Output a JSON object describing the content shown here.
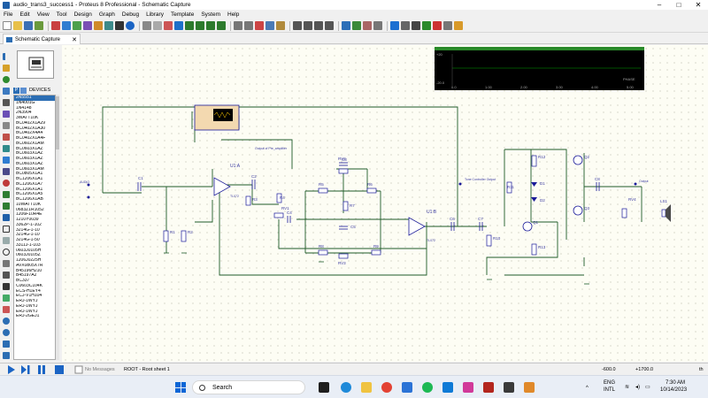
{
  "window": {
    "title": "audio_trans3_success1 - Proteus 8 Professional - Schematic Capture",
    "minimize": "–",
    "maximize": "□",
    "close": "✕"
  },
  "menu": [
    "File",
    "Edit",
    "View",
    "Tool",
    "Design",
    "Graph",
    "Debug",
    "Library",
    "Template",
    "System",
    "Help"
  ],
  "tab": {
    "label": "Schematic Capture",
    "close": "✕"
  },
  "devices": {
    "header": "DEVICES",
    "pick_button": "P",
    "items": [
      "2N5551",
      "1N4001G",
      "1N4148",
      "2N3904",
      "3WATT10K",
      "BC0402X1A29",
      "BC0402X1A30",
      "BC0402X4A4",
      "BC0402X1A4F",
      "BC0602X1AM",
      "BC0603X1AZ",
      "BC0603X1AZ",
      "BC0603X1AZ",
      "BC0603X1AZ",
      "BC0603X1AM",
      "BC0805X1A1",
      "BC1206X1A1",
      "BC1206X1A7",
      "BC1206X1A1",
      "BC1206X1A5",
      "BC1206X1AB",
      "10WATT10K",
      "0683Z1R1052",
      "1206F10R4E",
      "1210Y0039",
      "3362P-1-102",
      "3214G-1-10",
      "3214G-1-10",
      "3214G-1-50",
      "3311J-1-103",
      "0603J0105H",
      "0603J0105Z",
      "1206J0225H",
      "AVX0805X7R",
      "B45196H210",
      "B45197A2",
      "BC337",
      "C0603C104K",
      "ECS-H1EY4",
      "ECJ-V1H104",
      "ERJ-1WYJ",
      "ERJ-1WYJ",
      "ERJ-1WYJ",
      "ERJ-2GEJ1"
    ]
  },
  "scope": {
    "ylabels": [
      "+20",
      "-20.0"
    ],
    "xlabels": [
      "0.0",
      "1.00",
      "2.00",
      "3.00",
      "4.00",
      "5.00",
      "6.00"
    ],
    "axis_title": "PHASE"
  },
  "schematic": {
    "labels": {
      "u1a": "U1:A",
      "u1a_part": "TL072",
      "u1b": "U1:B",
      "u1b_part": "TL072",
      "c1": "C1",
      "c2": "C2",
      "c3": "C3",
      "c4": "C4",
      "c5": "C5",
      "c6": "C6",
      "c7": "C7",
      "c8": "C8",
      "r1": "R1",
      "r2": "R2",
      "r3": "R3",
      "r4": "R4",
      "r5": "R5",
      "r6": "R6",
      "r7": "R7",
      "r8": "R8",
      "r9": "R9",
      "r10": "R10",
      "r11": "R11",
      "r12": "R12",
      "r13": "R13",
      "rv1": "RV1",
      "rv2": "RV2",
      "rv3": "RV3",
      "rv4": "RV4",
      "d1": "D1",
      "d2": "D2",
      "q1": "Q1",
      "q2": "Q2",
      "q3": "Q3",
      "ls1": "LS1",
      "audio_in": "AUDIO",
      "pre_amp": "Output of Pre_amplifier",
      "tone_out": "Tone Controller Output",
      "spk_out": "Output"
    }
  },
  "statusbar": {
    "messages": "No Messages",
    "sheet": "ROOT - Root sheet 1",
    "coord_x": "-600.0",
    "coord_y": "+1700.0",
    "unit": "th"
  },
  "taskbar": {
    "search": "Search",
    "lang": "ENG",
    "region": "INTL",
    "time": "7:30 AM",
    "date": "10/14/2023"
  },
  "colors": {
    "wire": "#1f5c2a",
    "component": "#1a1a99",
    "label": "#3a3aa0",
    "scope_bg": "#000000",
    "scope_trace": "#00a000",
    "accent": "#2b6db3"
  }
}
